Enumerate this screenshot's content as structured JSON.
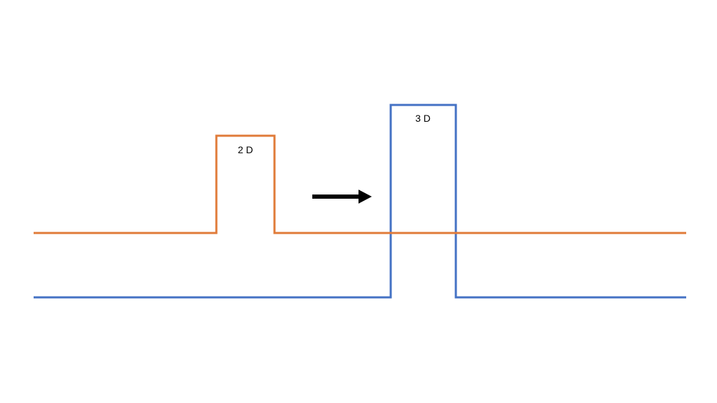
{
  "diagram": {
    "orange_trace": {
      "label": "2 D",
      "color": "#E07B39"
    },
    "blue_trace": {
      "label": "3 D",
      "color": "#4472C4"
    },
    "arrow": {
      "color": "#000000",
      "direction": "right"
    },
    "background": "#FFFFFF"
  }
}
